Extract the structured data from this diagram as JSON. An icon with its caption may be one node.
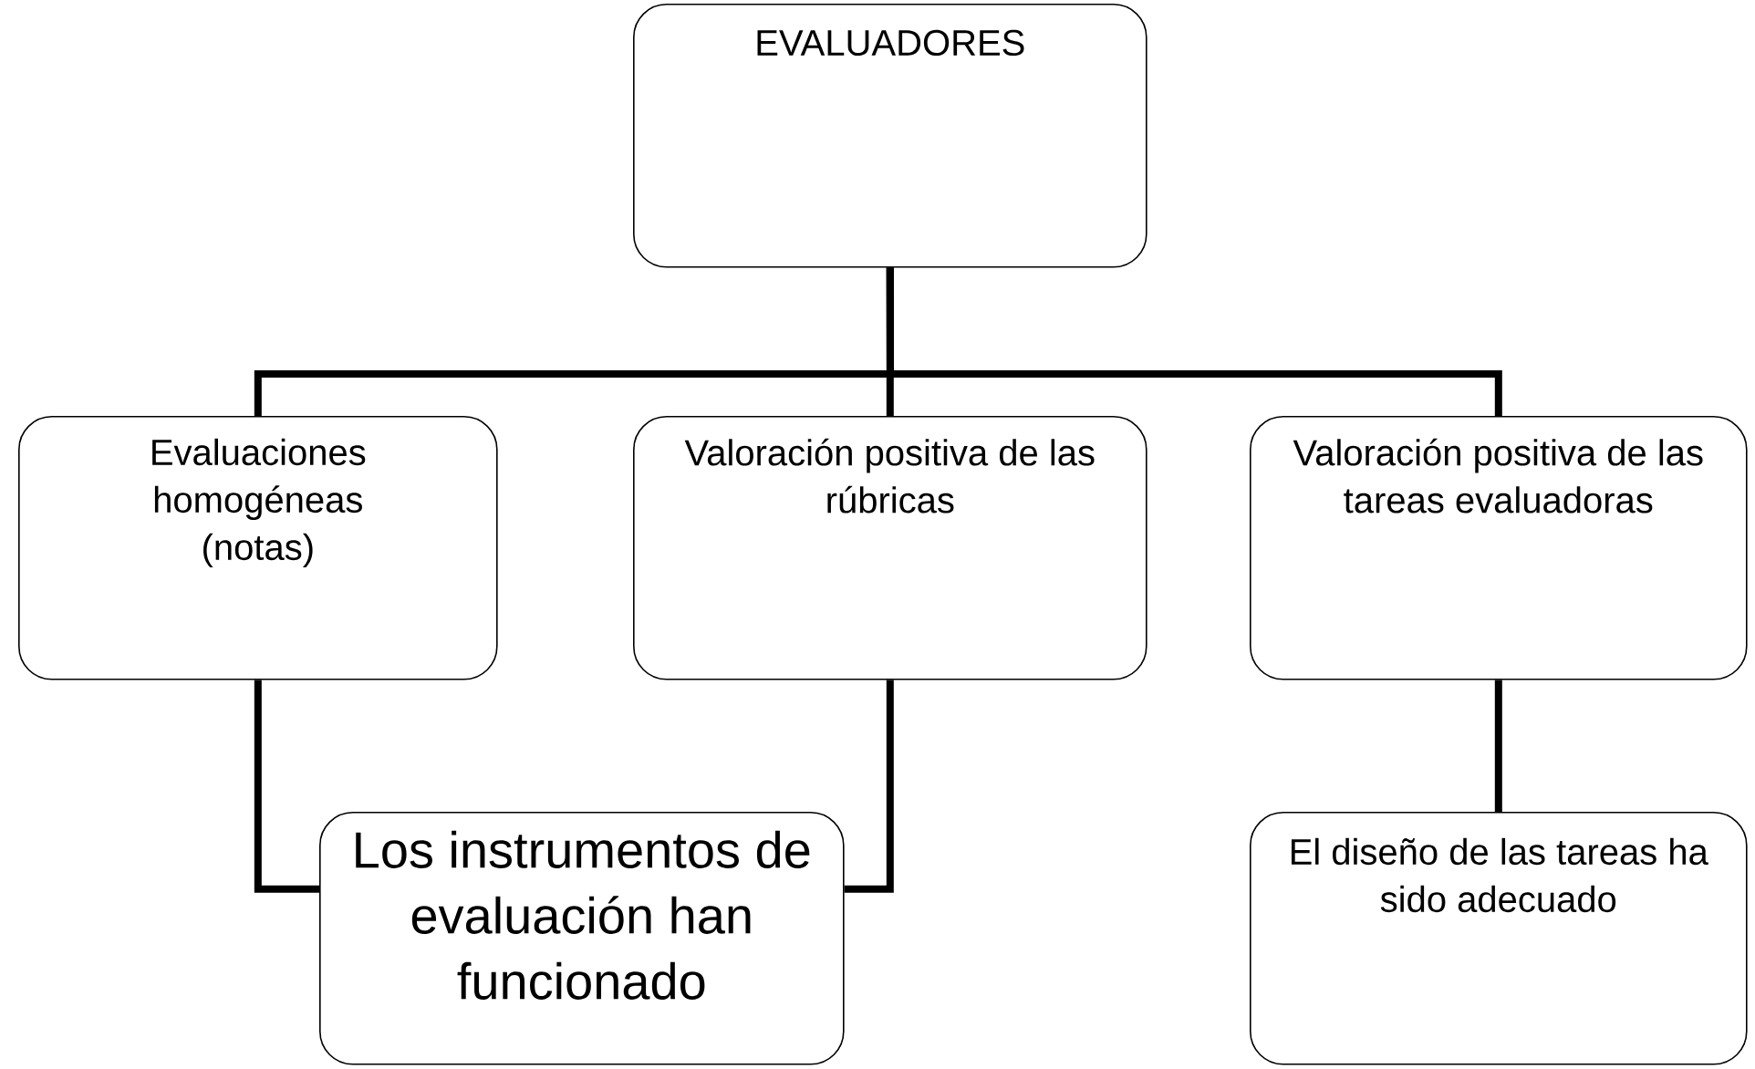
{
  "diagram": {
    "nodes": [
      {
        "text": [
          "EVALUADORES"
        ]
      },
      {
        "text": [
          "Evaluaciones homogéneas (notas)"
        ]
      },
      {
        "text": [
          "Valoración positiva de las rúbricas"
        ]
      },
      {
        "text": [
          "Valoración positiva de las tareas evaluadoras"
        ]
      },
      {
        "text": [
          "Los instrumentos de evaluación han funcionado"
        ]
      },
      {
        "text": [
          "El diseño de las tareas ha sido adecuado"
        ]
      }
    ],
    "edges": [
      {
        "from": 0,
        "to": 1,
        "arrow": "none"
      },
      {
        "from": 0,
        "to": 2,
        "arrow": "none"
      },
      {
        "from": 0,
        "to": 3,
        "arrow": "none"
      },
      {
        "from": 1,
        "to": 4,
        "arrow": "none"
      },
      {
        "from": 2,
        "to": 4,
        "arrow": "none"
      },
      {
        "from": 3,
        "to": 5,
        "arrow": "none"
      }
    ]
  }
}
